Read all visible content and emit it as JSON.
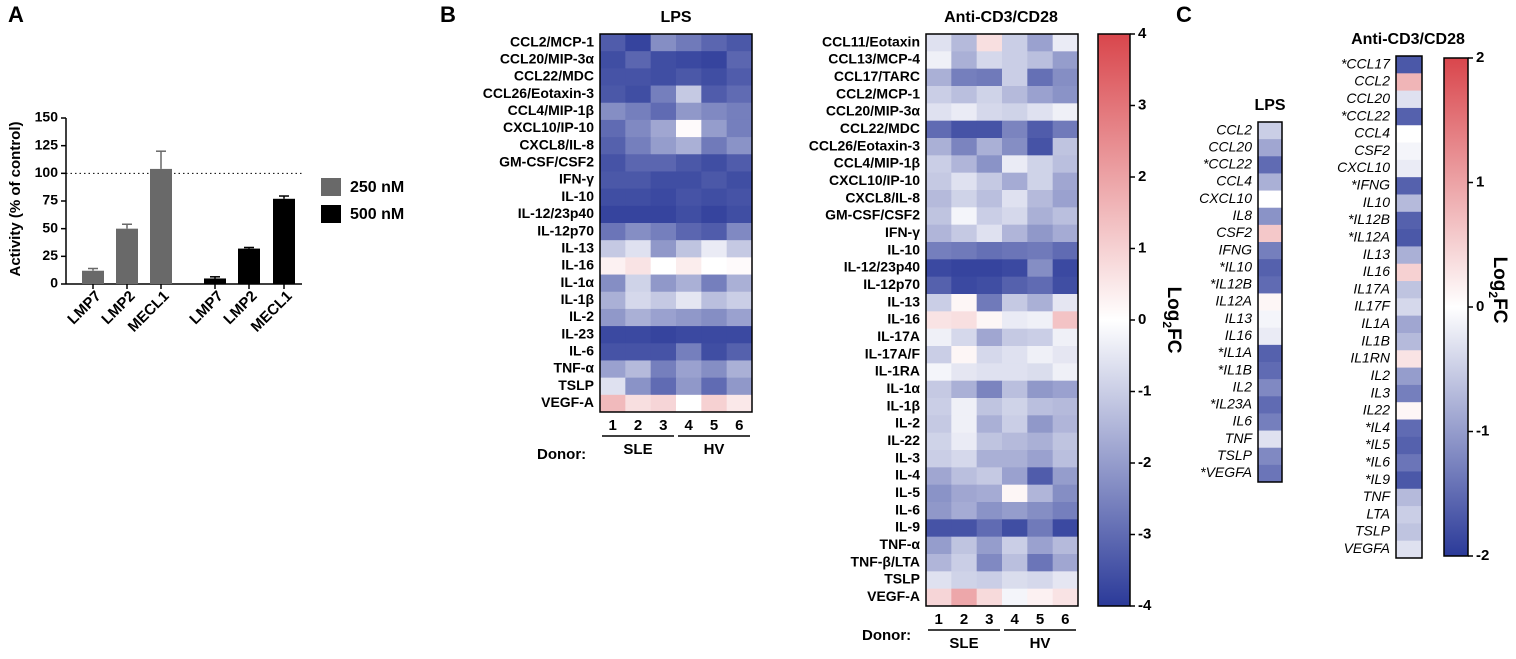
{
  "panel_letters": [
    "A",
    "B",
    "C"
  ],
  "colors": {
    "low": "#2b3a99",
    "mid": "#ffffff",
    "high": "#d9464c",
    "bar_250": "#696969",
    "bar_500": "#000000",
    "grid_border": "#000000"
  },
  "chart_data": [
    {
      "id": "A",
      "type": "bar",
      "ylabel": "Activity (% of control)",
      "ylim": [
        0,
        150
      ],
      "yticks": [
        0,
        25,
        50,
        75,
        100,
        125,
        150
      ],
      "reference_line": 100,
      "legend_position": "right",
      "groups": [
        {
          "name": "250 nM",
          "color": "#696969",
          "categories": [
            "LMP7",
            "LMP2",
            "MECL1"
          ],
          "values": [
            12,
            50,
            104
          ],
          "errors": [
            2,
            4,
            16
          ]
        },
        {
          "name": "500 nM",
          "color": "#000000",
          "categories": [
            "LMP7",
            "LMP2",
            "MECL1"
          ],
          "values": [
            5,
            32,
            77
          ],
          "errors": [
            1.5,
            1,
            2.5
          ]
        }
      ]
    },
    {
      "id": "B-LPS",
      "type": "heatmap",
      "title": "LPS",
      "rows": [
        "CCL2/MCP-1",
        "CCL20/MIP-3α",
        "CCL22/MDC",
        "CCL26/Eotaxin-3",
        "CCL4/MIP-1β",
        "CXCL10/IP-10",
        "CXCL8/IL-8",
        "GM-CSF/CSF2",
        "IFN-γ",
        "IL-10",
        "IL-12/23p40",
        "IL-12p70",
        "IL-13",
        "IL-16",
        "IL-1α",
        "IL-1β",
        "IL-2",
        "IL-23",
        "IL-6",
        "TNF-α",
        "TSLP",
        "VEGF-A"
      ],
      "columns": [
        "1",
        "2",
        "3",
        "4",
        "5",
        "6"
      ],
      "donor_label": "Donor:",
      "donor_groups": [
        {
          "label": "SLE",
          "cols": [
            0,
            2
          ]
        },
        {
          "label": "HV",
          "cols": [
            3,
            5
          ]
        }
      ],
      "values": [
        [
          -3.3,
          -3.8,
          -2.3,
          -2.7,
          -3.1,
          -3.4
        ],
        [
          -3.6,
          -3.1,
          -3.6,
          -3.7,
          -3.8,
          -3.1
        ],
        [
          -3.5,
          -3.5,
          -3.6,
          -3.4,
          -3.6,
          -3.3
        ],
        [
          -3.4,
          -3.6,
          -2.6,
          -1.1,
          -3.3,
          -3.0
        ],
        [
          -2.3,
          -2.6,
          -3.0,
          -2.1,
          -2.4,
          -2.6
        ],
        [
          -3.0,
          -2.4,
          -1.8,
          0.1,
          -2.0,
          -2.6
        ],
        [
          -3.2,
          -2.6,
          -2.0,
          -1.6,
          -2.7,
          -2.2
        ],
        [
          -3.5,
          -3.1,
          -3.1,
          -3.4,
          -3.6,
          -3.3
        ],
        [
          -3.4,
          -3.4,
          -3.6,
          -3.6,
          -3.4,
          -3.6
        ],
        [
          -3.6,
          -3.6,
          -3.7,
          -3.5,
          -3.6,
          -3.5
        ],
        [
          -3.8,
          -3.8,
          -3.8,
          -3.6,
          -3.8,
          -3.6
        ],
        [
          -2.8,
          -2.3,
          -2.6,
          -3.1,
          -3.3,
          -2.4
        ],
        [
          -1.1,
          -0.6,
          -2.1,
          -1.2,
          -0.4,
          -1.1
        ],
        [
          0.3,
          0.6,
          0.0,
          0.4,
          0.0,
          0.1
        ],
        [
          -2.3,
          -0.9,
          -2.1,
          -1.6,
          -2.6,
          -1.6
        ],
        [
          -1.6,
          -0.8,
          -1.1,
          -0.5,
          -1.3,
          -1.0
        ],
        [
          -2.1,
          -1.6,
          -1.9,
          -2.1,
          -2.3,
          -1.9
        ],
        [
          -3.7,
          -3.7,
          -3.8,
          -3.7,
          -3.7,
          -3.7
        ],
        [
          -3.5,
          -3.5,
          -3.5,
          -2.6,
          -3.6,
          -3.2
        ],
        [
          -1.9,
          -1.4,
          -2.6,
          -1.9,
          -2.3,
          -1.6
        ],
        [
          -0.6,
          -2.2,
          -3.0,
          -2.1,
          -3.0,
          -2.1
        ],
        [
          1.5,
          0.7,
          0.9,
          0.0,
          1.0,
          0.5
        ]
      ]
    },
    {
      "id": "B-CD3",
      "type": "heatmap",
      "title": "Anti-CD3/CD28",
      "rows": [
        "CCL11/Eotaxin",
        "CCL13/MCP-4",
        "CCL17/TARC",
        "CCL2/MCP-1",
        "CCL20/MIP-3α",
        "CCL22/MDC",
        "CCL26/Eotaxin-3",
        "CCL4/MIP-1β",
        "CXCL10/IP-10",
        "CXCL8/IL-8",
        "GM-CSF/CSF2",
        "IFN-γ",
        "IL-10",
        "IL-12/23p40",
        "IL-12p70",
        "IL-13",
        "IL-16",
        "IL-17A",
        "IL-17A/F",
        "IL-1RA",
        "IL-1α",
        "IL-1β",
        "IL-2",
        "IL-22",
        "IL-3",
        "IL-4",
        "IL-5",
        "IL-6",
        "IL-9",
        "TNF-α",
        "TNF-β/LTA",
        "TSLP",
        "VEGF-A"
      ],
      "columns": [
        "1",
        "2",
        "3",
        "4",
        "5",
        "6"
      ],
      "donor_label": "Donor:",
      "donor_groups": [
        {
          "label": "SLE",
          "cols": [
            0,
            2
          ]
        },
        {
          "label": "HV",
          "cols": [
            3,
            5
          ]
        }
      ],
      "values": [
        [
          -0.6,
          -1.4,
          0.7,
          -1.0,
          -1.9,
          -0.4
        ],
        [
          -0.3,
          -1.6,
          -0.8,
          -1.0,
          -1.3,
          -2.0
        ],
        [
          -1.6,
          -2.6,
          -2.7,
          -1.0,
          -2.9,
          -2.3
        ],
        [
          -1.0,
          -1.3,
          -0.9,
          -1.4,
          -1.9,
          -2.2
        ],
        [
          -0.6,
          -0.4,
          -0.8,
          -0.9,
          -0.6,
          -0.3
        ],
        [
          -3.0,
          -3.5,
          -3.5,
          -2.5,
          -3.3,
          -2.7
        ],
        [
          -1.6,
          -2.5,
          -1.6,
          -2.3,
          -3.5,
          -1.2
        ],
        [
          -1.0,
          -1.5,
          -2.2,
          -0.4,
          -0.9,
          -1.3
        ],
        [
          -1.1,
          -0.6,
          -1.1,
          -1.7,
          -0.9,
          -1.8
        ],
        [
          -1.4,
          -0.9,
          -1.3,
          -0.6,
          -1.4,
          -1.9
        ],
        [
          -1.2,
          -0.2,
          -1.0,
          -0.8,
          -1.6,
          -1.3
        ],
        [
          -1.5,
          -1.1,
          -0.6,
          -1.5,
          -2.1,
          -1.7
        ],
        [
          -2.6,
          -2.7,
          -2.9,
          -2.8,
          -2.7,
          -3.0
        ],
        [
          -3.7,
          -3.8,
          -3.8,
          -3.7,
          -2.3,
          -3.7
        ],
        [
          -3.2,
          -3.7,
          -3.6,
          -3.2,
          -3.0,
          -3.6
        ],
        [
          -1.0,
          0.2,
          -2.7,
          -1.1,
          -1.6,
          -0.5
        ],
        [
          0.6,
          0.7,
          0.2,
          -0.4,
          -0.3,
          1.3
        ],
        [
          -0.3,
          -0.8,
          -1.8,
          -1.1,
          -1.0,
          -0.3
        ],
        [
          -1.0,
          0.2,
          -0.8,
          -0.6,
          -0.3,
          -0.5
        ],
        [
          -0.2,
          -0.5,
          -0.6,
          -0.6,
          -0.7,
          -0.3
        ],
        [
          -1.1,
          -1.6,
          -2.5,
          -1.3,
          -2.1,
          -1.9
        ],
        [
          -1.0,
          -0.3,
          -1.2,
          -0.9,
          -1.3,
          -1.4
        ],
        [
          -1.1,
          -0.3,
          -1.6,
          -1.0,
          -2.1,
          -1.5
        ],
        [
          -0.9,
          -0.4,
          -1.2,
          -1.4,
          -1.6,
          -1.2
        ],
        [
          -1.0,
          -0.8,
          -1.6,
          -1.6,
          -1.9,
          -1.3
        ],
        [
          -1.8,
          -1.3,
          -1.1,
          -1.9,
          -3.3,
          -2.0
        ],
        [
          -2.2,
          -1.8,
          -1.7,
          0.2,
          -1.5,
          -2.3
        ],
        [
          -2.1,
          -1.7,
          -2.2,
          -2.0,
          -2.3,
          -2.6
        ],
        [
          -3.5,
          -3.5,
          -3.0,
          -3.6,
          -2.7,
          -3.7
        ],
        [
          -2.0,
          -1.2,
          -2.0,
          -1.0,
          -1.9,
          -1.4
        ],
        [
          -1.5,
          -1.0,
          -2.4,
          -1.3,
          -2.8,
          -1.8
        ],
        [
          -0.6,
          -0.9,
          -1.0,
          -0.7,
          -0.8,
          -0.5
        ],
        [
          0.9,
          1.9,
          0.8,
          -0.2,
          0.3,
          0.6
        ]
      ]
    },
    {
      "id": "B-scale",
      "type": "heatmap",
      "title": "",
      "colorbar_label": "Log2FC",
      "range": [
        -4,
        4
      ],
      "ticks": [
        -4,
        -3,
        -2,
        -1,
        0,
        1,
        2,
        3,
        4
      ]
    },
    {
      "id": "C-LPS",
      "type": "heatmap",
      "title": "LPS",
      "rows": [
        "CCL2",
        "CCL20",
        "*CCL22",
        "CCL4",
        "CXCL10",
        "IL8",
        "CSF2",
        "IFNG",
        "*IL10",
        "*IL12B",
        "IL12A",
        "IL13",
        "IL16",
        "*IL1A",
        "*IL1B",
        "IL2",
        "*IL23A",
        "IL6",
        "TNF",
        "TSLP",
        "*VEGFA"
      ],
      "values": [
        -0.5,
        -0.9,
        -1.5,
        -0.8,
        0.0,
        -1.1,
        0.6,
        -1.3,
        -1.6,
        -1.5,
        0.1,
        -0.1,
        -0.2,
        -1.6,
        -1.5,
        -1.2,
        -1.5,
        -1.3,
        -0.3,
        -1.2,
        -1.4
      ]
    },
    {
      "id": "C-CD3",
      "type": "heatmap",
      "title": "Anti-CD3/CD28",
      "rows": [
        "*CCL17",
        "CCL2",
        "CCL20",
        "*CCL22",
        "CCL4",
        "CSF2",
        "CXCL10",
        "*IFNG",
        "IL10",
        "*IL12B",
        "*IL12A",
        "IL13",
        "IL16",
        "IL17A",
        "IL17F",
        "IL1A",
        "IL1B",
        "IL1RN",
        "IL2",
        "IL3",
        "IL22",
        "*IL4",
        "*IL5",
        "*IL6",
        "*IL9",
        "TNF",
        "LTA",
        "TSLP",
        "VEGFA"
      ],
      "values": [
        -1.7,
        0.8,
        -0.3,
        -1.6,
        0.0,
        -0.1,
        -0.2,
        -1.6,
        -0.7,
        -1.6,
        -1.7,
        -0.8,
        0.5,
        -0.6,
        -0.4,
        -0.9,
        -0.7,
        0.3,
        -1.0,
        -1.3,
        0.1,
        -1.5,
        -1.6,
        -1.4,
        -1.7,
        -0.7,
        -0.5,
        -0.6,
        -0.3
      ]
    },
    {
      "id": "C-scale",
      "type": "heatmap",
      "title": "",
      "colorbar_label": "Log2FC",
      "range": [
        -2,
        2
      ],
      "ticks": [
        -2,
        -1,
        0,
        1,
        2
      ]
    }
  ]
}
